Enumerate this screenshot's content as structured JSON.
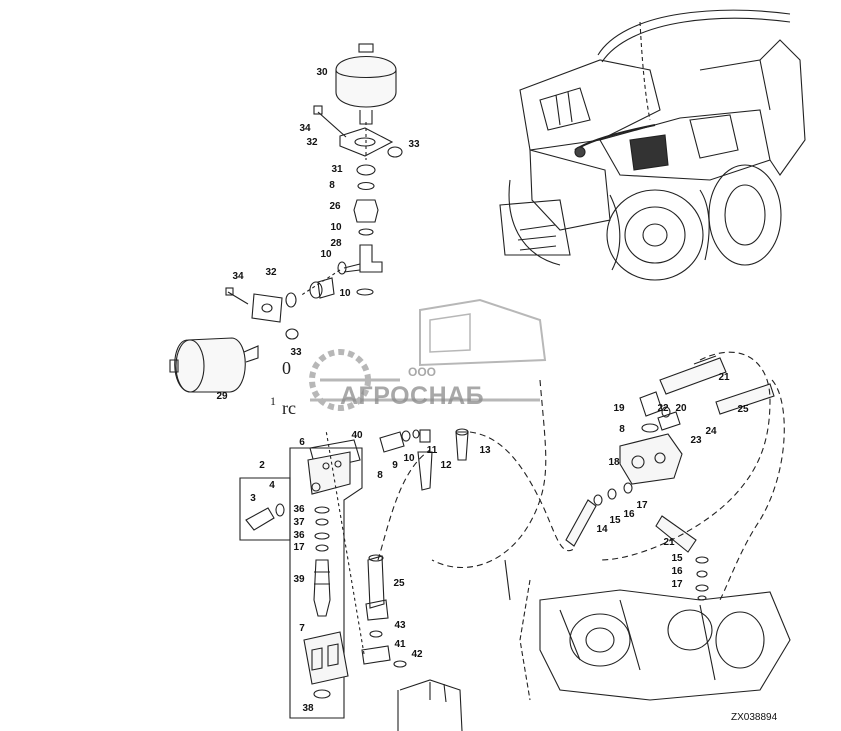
{
  "figure": {
    "code": "ZX038894",
    "watermark": {
      "company": "ООО",
      "brand": "АГРОСНАБ"
    },
    "fragments": [
      "0",
      "rc",
      "1"
    ]
  },
  "callouts": [
    "30",
    "34",
    "32",
    "33",
    "31",
    "8",
    "26",
    "10",
    "28",
    "10",
    "10",
    "34",
    "32",
    "29",
    "33",
    "2",
    "4",
    "3",
    "6",
    "40",
    "36",
    "37",
    "36",
    "17",
    "39",
    "7",
    "38",
    "8",
    "9",
    "10",
    "11",
    "12",
    "13",
    "25",
    "43",
    "41",
    "42",
    "19",
    "22",
    "20",
    "21",
    "25",
    "8",
    "23",
    "24",
    "18",
    "17",
    "16",
    "15",
    "14",
    "21",
    "15",
    "16",
    "17"
  ]
}
